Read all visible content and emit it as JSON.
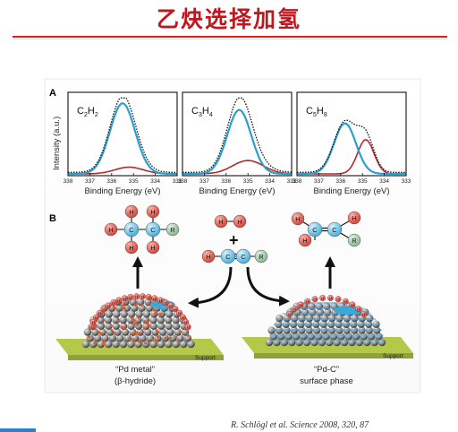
{
  "slide_title": "乙炔选择加氢",
  "panel_a": {
    "label": "A",
    "ylabel": "Intensity (a.u.)",
    "xlabel": "Binding Energy (eV)",
    "xticks": [
      "338",
      "337",
      "336",
      "335",
      "334",
      "333"
    ],
    "plots": [
      {
        "sub_main": "C",
        "sub_1": "2",
        "sub_mid": "H",
        "sub_2": "2"
      },
      {
        "sub_main": "C",
        "sub_1": "3",
        "sub_mid": "H",
        "sub_2": "4"
      },
      {
        "sub_main": "C",
        "sub_1": "5",
        "sub_mid": "H",
        "sub_2": "8"
      }
    ]
  },
  "panel_b": {
    "label": "B",
    "plus": "+",
    "atom_h": "H",
    "atom_c": "C",
    "atom_r": "R",
    "support_label": "Support",
    "left_caption_1": "“Pd metal”",
    "left_caption_2": "(β-hydride)",
    "right_caption_1": "“Pd-C”",
    "right_caption_2": "surface phase"
  },
  "colors": {
    "title": "#c0161c",
    "blue_curve": "#2b9fd0",
    "red_curve": "#b42a2a",
    "h_atom": "#e0463c",
    "c_atom": "#5bc1ea",
    "r_atom": "#8fc49a",
    "support": "#b4c94a"
  },
  "citation": "R. Schlögl et al. Science 2008, 320, 87"
}
